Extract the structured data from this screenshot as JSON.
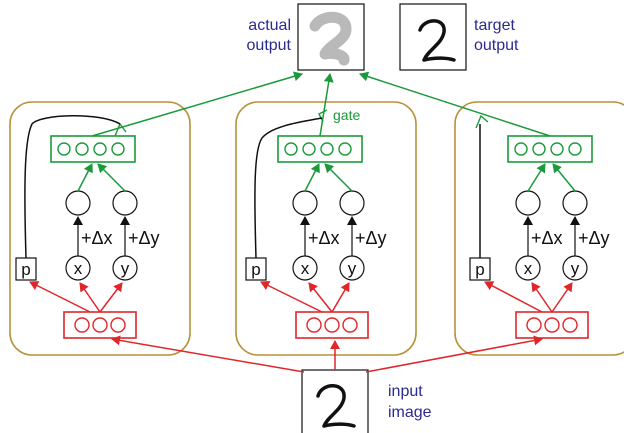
{
  "labels": {
    "actual_output": [
      "actual",
      "output"
    ],
    "target_output": [
      "target",
      "output"
    ],
    "input_image": [
      "input",
      "image"
    ],
    "gate": "gate"
  },
  "nodes": {
    "p": "p",
    "x": "x",
    "y": "y",
    "delta_x": "+Δx",
    "delta_y": "+Δy"
  },
  "colors": {
    "module_border": "#b8923a",
    "green": "#1a9a3a",
    "red": "#e0262b",
    "black": "#111111",
    "label_blue": "#2b2b8f"
  },
  "modules_count": 3
}
